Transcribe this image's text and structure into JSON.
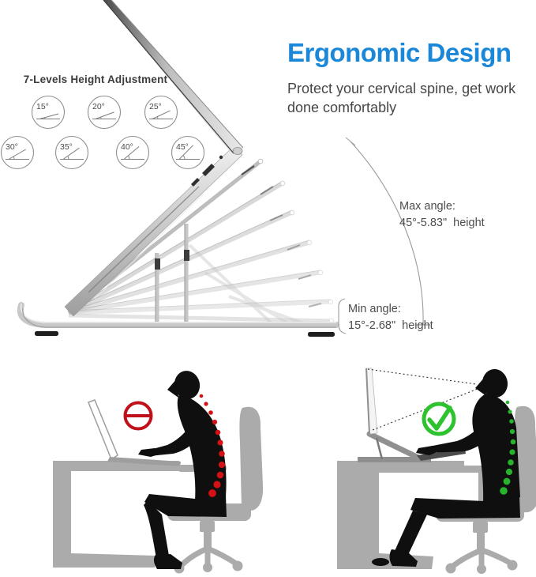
{
  "colors": {
    "accent-blue": "#1a87d9",
    "heading-dark": "#3b3b3b",
    "body-text": "#464646",
    "annotation-text": "#4d4d4d",
    "prohibition-red": "#c0111a",
    "spine-red": "#d41216",
    "check-green": "#2ec22e",
    "spine-green": "#27b32c",
    "silhouette-black": "#0f0f0f",
    "furniture-gray": "#ababab"
  },
  "height_adjustment": {
    "title": "7-Levels Height Adjustment",
    "angles": [
      {
        "label": "15°",
        "value": 15
      },
      {
        "label": "20°",
        "value": 20
      },
      {
        "label": "25°",
        "value": 25
      },
      {
        "label": "30°",
        "value": 30
      },
      {
        "label": "35°",
        "value": 35
      },
      {
        "label": "40°",
        "value": 40
      },
      {
        "label": "45°",
        "value": 45
      }
    ]
  },
  "ergonomic": {
    "title": "Ergonomic Design",
    "subtitle_line1": "Protect your cervical spine, get work",
    "subtitle_line2": "done comfortably"
  },
  "stand_annotations": {
    "max_label": "Max angle:",
    "max_value": "45°-5.83\"  height",
    "min_label": "Min angle:",
    "min_value": "15°-2.68\"  height"
  },
  "posture_comparison": {
    "bad_marker": "prohibition",
    "good_marker": "checkmark"
  }
}
